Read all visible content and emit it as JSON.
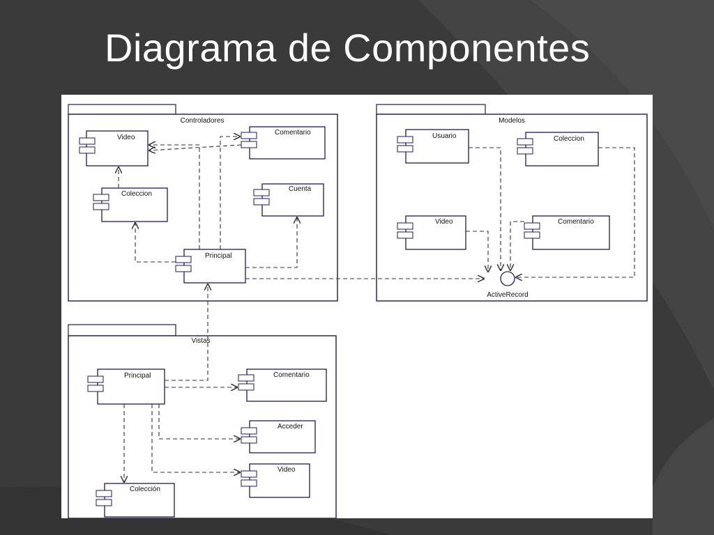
{
  "slide": {
    "title": "Diagrama de Componentes"
  },
  "diagram": {
    "packages": {
      "controladores": {
        "label": "Controladores",
        "components": {
          "video": "Video",
          "comentario": "Comentario",
          "coleccion": "Coleccion",
          "cuenta": "Cuenta",
          "principal": "Principal"
        }
      },
      "modelos": {
        "label": "Modelos",
        "components": {
          "usuario": "Usuario",
          "coleccion": "Coleccion",
          "video": "Video",
          "comentario": "Comentario"
        },
        "interface": "ActiveRecord"
      },
      "vistas": {
        "label": "Vistas",
        "components": {
          "principal": "Principal",
          "comentario": "Comentario",
          "acceder": "Acceder",
          "video": "Video",
          "coleccion": "Colección"
        }
      }
    },
    "colors": {
      "slide_background": "#3a3a3a",
      "panel": "#ffffff",
      "box_border": "#1a1a5a",
      "line": "#333333",
      "title_text": "#ffffff"
    }
  }
}
